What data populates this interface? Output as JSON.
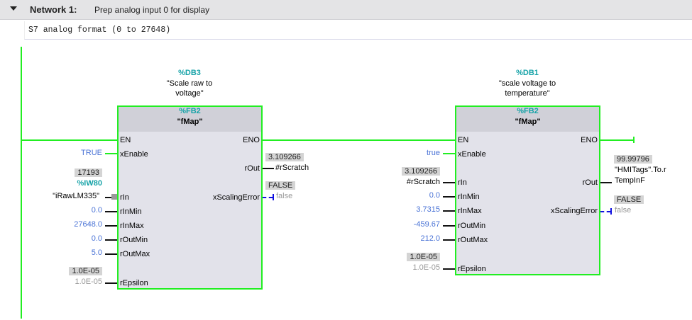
{
  "network": {
    "title": "Network 1:",
    "description": "Prep analog input 0 for display",
    "comment": "S7 analog format (0 to 27648)"
  },
  "block1": {
    "db": "%DB3",
    "db_name_line1": "\"Scale raw to",
    "db_name_line2": "voltage\"",
    "fb": "%FB2",
    "type": "\"fMap\"",
    "pins": {
      "en": "EN",
      "eno": "ENO",
      "xEnable": "xEnable",
      "rIn": "rIn",
      "rInMin": "rInMin",
      "rInMax": "rInMax",
      "rOutMin": "rOutMin",
      "rOutMax": "rOutMax",
      "rEpsilon": "rEpsilon",
      "rOut": "rOut",
      "xScalingError": "xScalingError"
    },
    "inputs": {
      "xEnable": "TRUE",
      "rIn_value": "17193",
      "rIn_address": "%IW80",
      "rIn_tag": "\"iRawLM335\"",
      "rInMin": "0.0",
      "rInMax": "27648.0",
      "rOutMin": "0.0",
      "rOutMax": "5.0",
      "rEpsilon_value": "1.0E-05",
      "rEpsilon": "1.0E-05"
    },
    "outputs": {
      "rOut_value": "3.109266",
      "rOut": "#rScratch",
      "xScalingError_value": "FALSE",
      "xScalingError": "false"
    }
  },
  "block2": {
    "db": "%DB1",
    "db_name_line1": "\"scale voltage to",
    "db_name_line2": "temperature\"",
    "fb": "%FB2",
    "type": "\"fMap\"",
    "pins": {
      "en": "EN",
      "eno": "ENO",
      "xEnable": "xEnable",
      "rIn": "rIn",
      "rInMin": "rInMin",
      "rInMax": "rInMax",
      "rOutMin": "rOutMin",
      "rOutMax": "rOutMax",
      "rEpsilon": "rEpsilon",
      "rOut": "rOut",
      "xScalingError": "xScalingError"
    },
    "inputs": {
      "xEnable": "true",
      "rIn_value": "3.109266",
      "rIn": "#rScratch",
      "rInMin": "0.0",
      "rInMax": "3.7315",
      "rOutMin": "-459.67",
      "rOutMax": "212.0",
      "rEpsilon_value": "1.0E-05",
      "rEpsilon": "1.0E-05"
    },
    "outputs": {
      "rOut_value": "99.99796",
      "rOut_line1": "\"HMITags\".To.r",
      "rOut_line2": "TempInF",
      "xScalingError_value": "FALSE",
      "xScalingError": "false"
    }
  }
}
